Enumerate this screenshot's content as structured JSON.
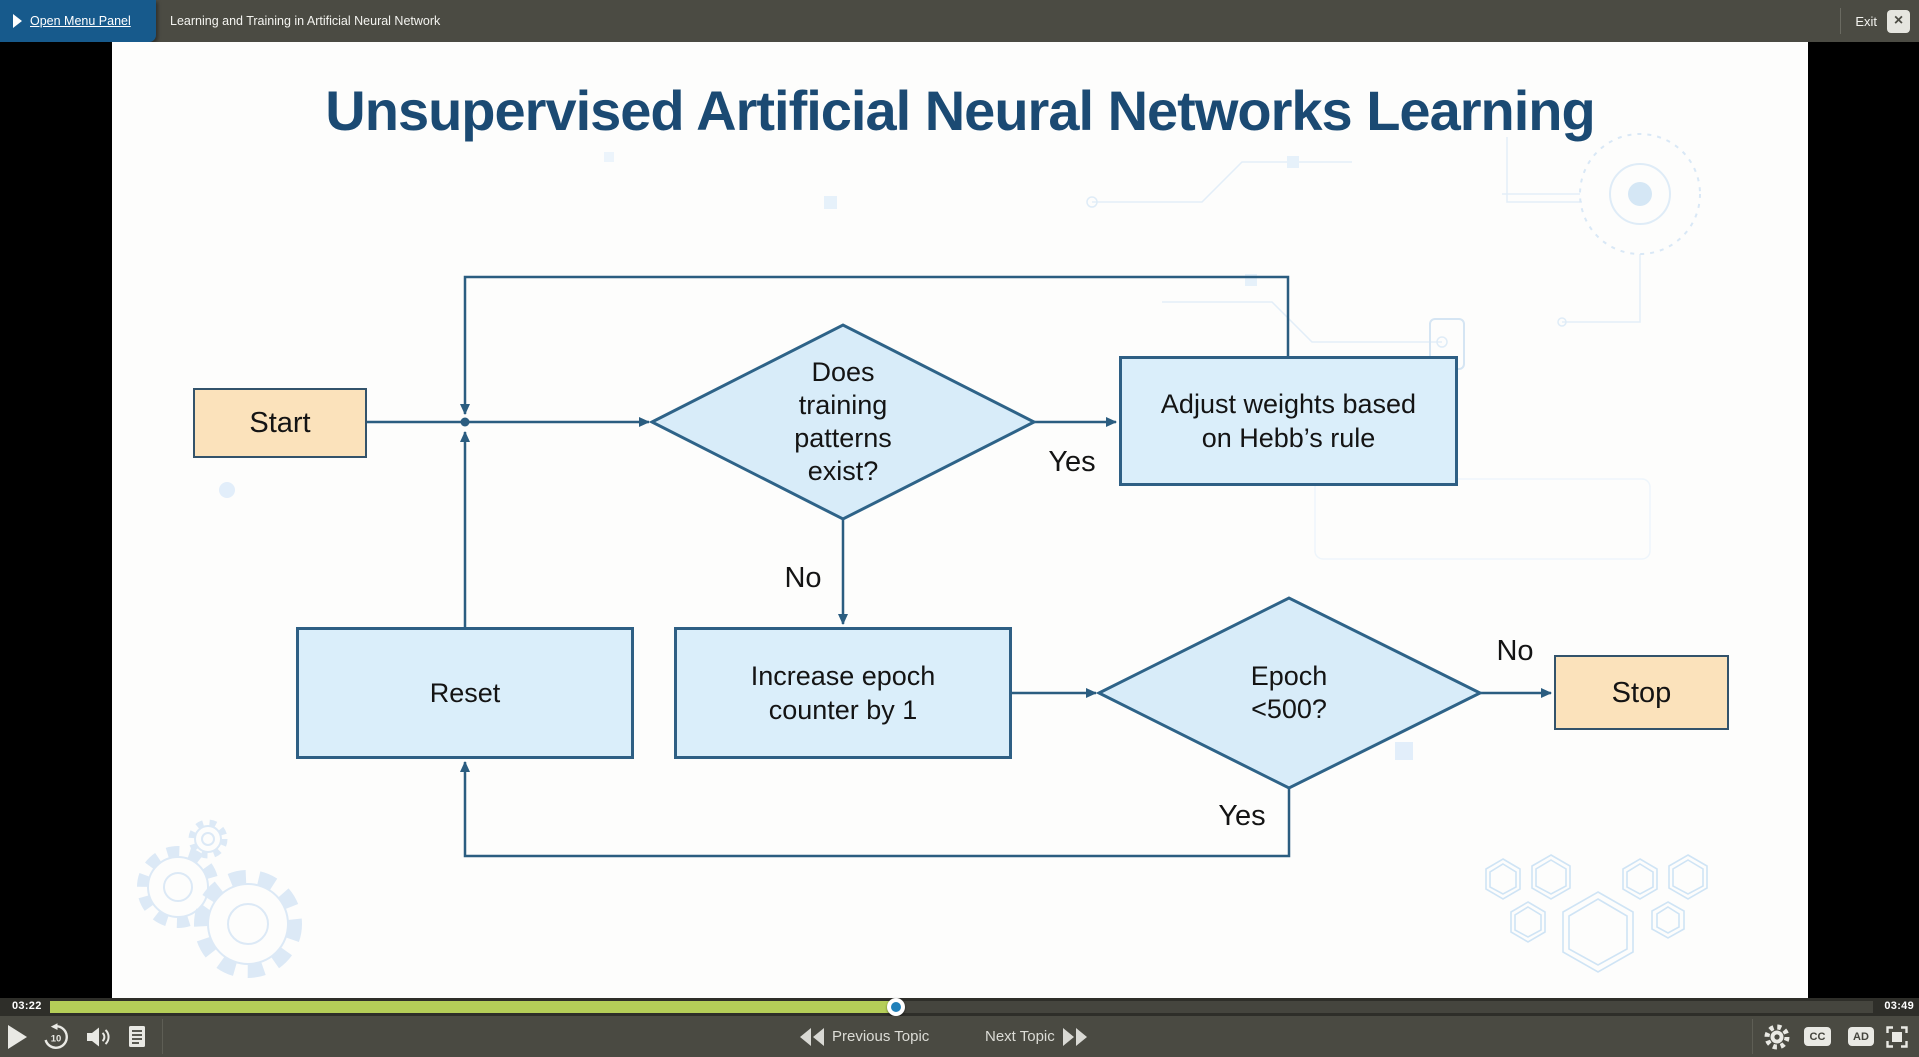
{
  "topbar": {
    "menu_button": "Open Menu Panel",
    "title": "Learning and Training in Artificial Neural Network",
    "exit": "Exit",
    "exit_icon": "×"
  },
  "slide": {
    "title": "Unsupervised Artificial Neural Networks Learning",
    "flowchart": {
      "start": "Start",
      "decision1_lines": [
        "Does",
        "training",
        "patterns",
        "exist?"
      ],
      "yes1": "Yes",
      "no1": "No",
      "adjust_lines": [
        "Adjust weights based",
        "on Hebb’s rule"
      ],
      "increase_lines": [
        "Increase epoch",
        "counter by 1"
      ],
      "reset": "Reset",
      "decision2_lines": [
        "Epoch",
        "<500?"
      ],
      "no2": "No",
      "yes2": "Yes",
      "stop": "Stop"
    }
  },
  "player": {
    "elapsed": "03:22",
    "total": "03:49",
    "progress_percent": 46.4,
    "prev_label": "Previous Topic",
    "next_label": "Next Topic",
    "cc_label": "CC",
    "ad_label": "AD"
  },
  "colors": {
    "topbar": "#4b4b43",
    "menu_button_blue": "#175a8c",
    "seek_green": "#b5ce58",
    "playhead_blue": "#2080ba",
    "flow_line": "#2b5d80",
    "decision_fill": "#d8ecf9",
    "process_fill": "#daeefa",
    "terminal_fill": "#fbe2bb",
    "title_navy": "#1b4a73"
  }
}
